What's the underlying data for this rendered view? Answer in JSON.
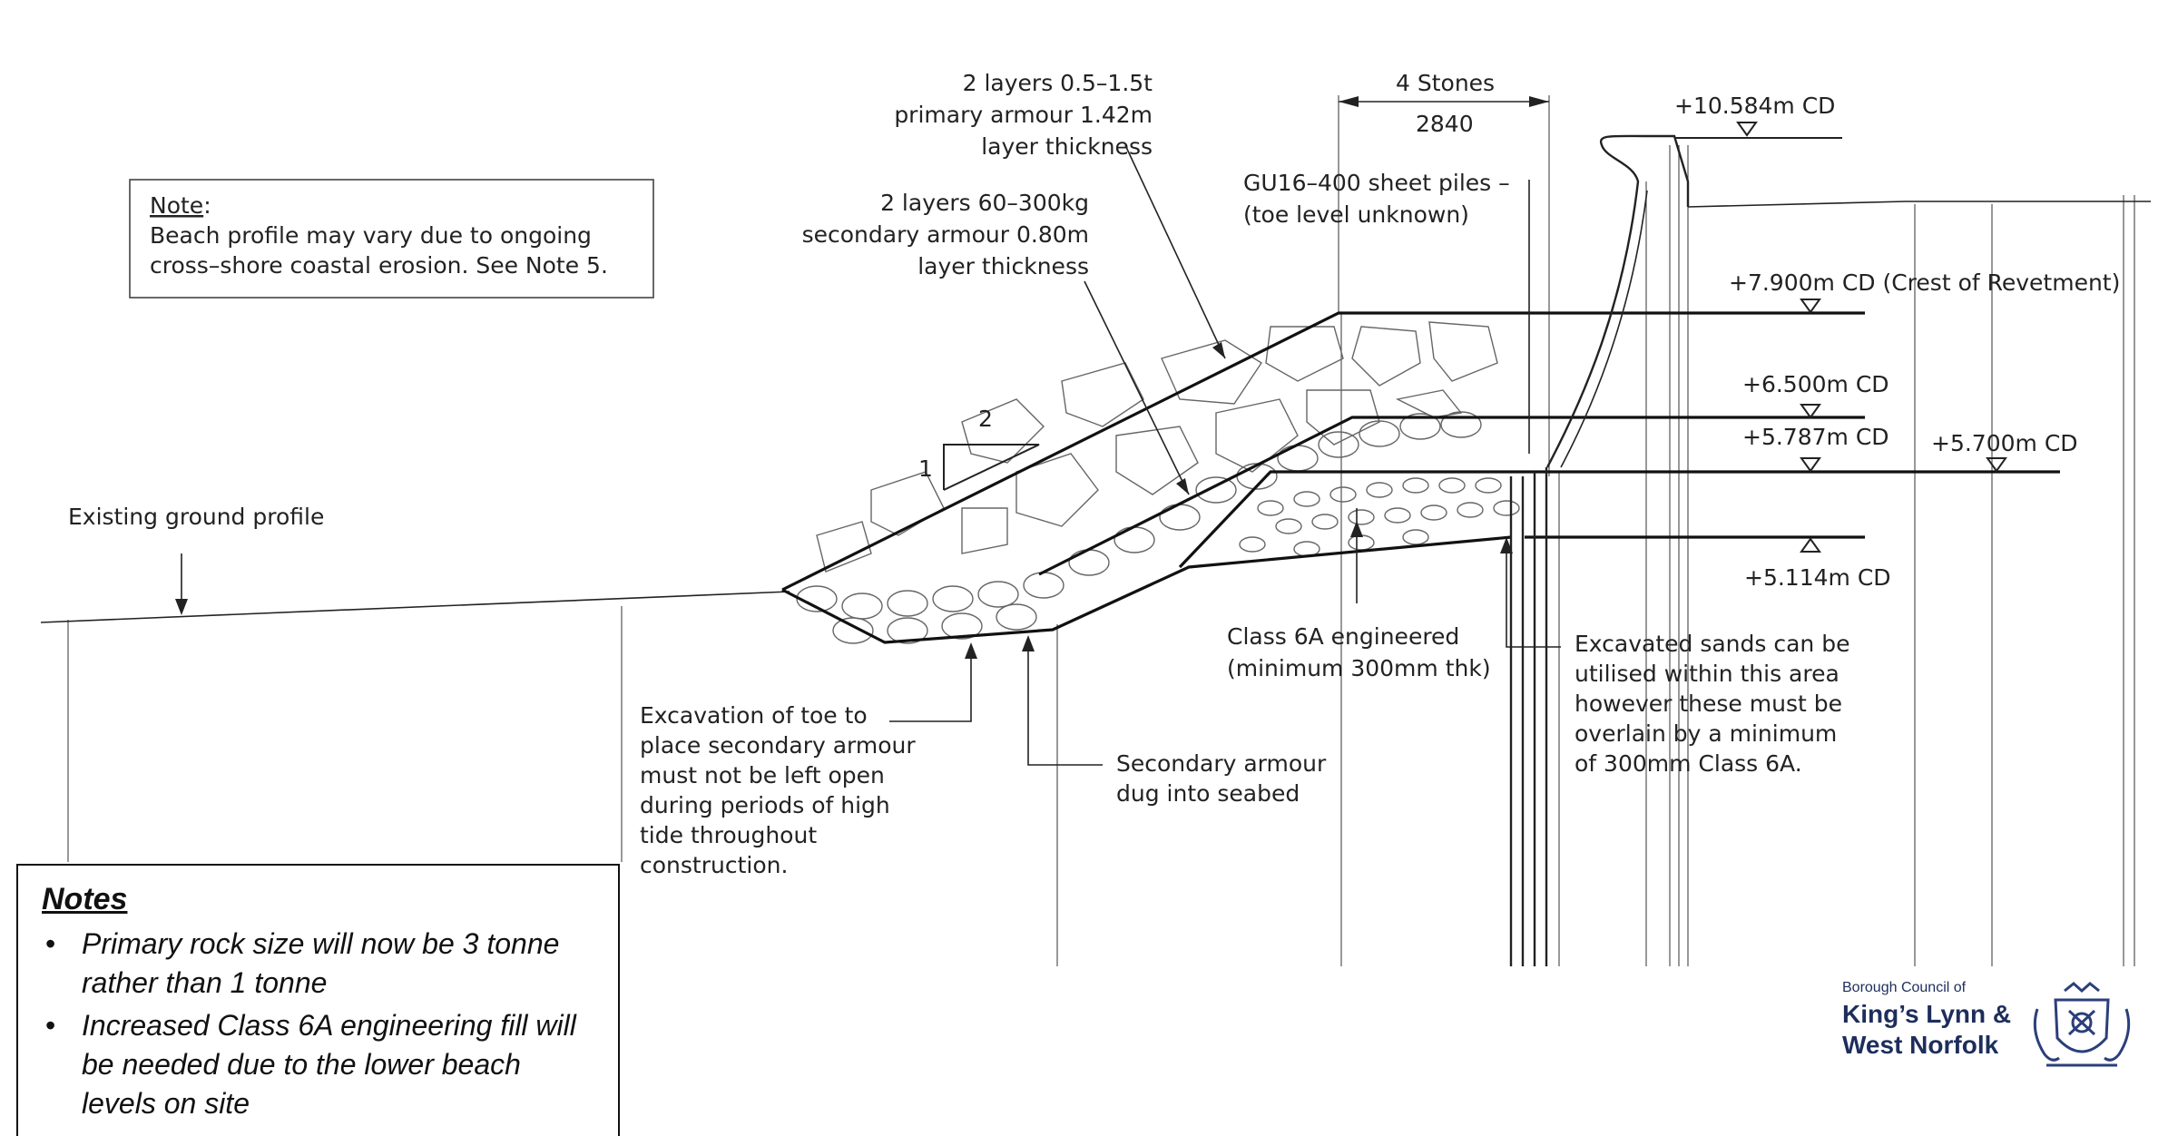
{
  "labels": {
    "primary_armour_1": "2 layers 0.5–1.5t",
    "primary_armour_2": "primary armour 1.42m",
    "primary_armour_3": "layer thickness",
    "secondary_armour_1": "2 layers 60–300kg",
    "secondary_armour_2": "secondary armour 0.80m",
    "secondary_armour_3": "layer thickness",
    "stones_count": "4 Stones",
    "stones_width": "2840",
    "sheet_piles_1": "GU16–400 sheet piles –",
    "sheet_piles_2": "(toe level unknown)",
    "existing_ground": "Existing ground profile",
    "slope_run": "2",
    "slope_rise": "1",
    "class6a_1": "Class 6A engineered",
    "class6a_2": "(minimum 300mm thk)",
    "toe_excavation": [
      "Excavation of toe to",
      "place secondary armour",
      "must not be left open",
      "during periods of high",
      "tide throughout",
      "construction."
    ],
    "secondary_dug": [
      "Secondary armour",
      "dug into seabed"
    ],
    "excavated_sands": [
      "Excavated sands can be",
      "utilised within this area",
      "however these must be",
      "overlain by a minimum",
      "of 300mm Class 6A."
    ]
  },
  "levels": [
    {
      "text": "+10.584m CD"
    },
    {
      "text": "+7.900m CD (Crest of Revetment)"
    },
    {
      "text": "+6.500m CD"
    },
    {
      "text": "+5.787m CD"
    },
    {
      "text": "+5.700m CD"
    },
    {
      "text": "+5.114m CD"
    }
  ],
  "beach_note": {
    "title": "Note",
    "title_suffix": ":",
    "line1": "Beach profile may vary due to ongoing",
    "line2": "cross–shore coastal erosion. See Note 5."
  },
  "notes": {
    "title": "Notes",
    "items": [
      "Primary rock size will now be 3 tonne rather than 1 tonne",
      "Increased Class 6A engineering fill will be needed due to the lower beach levels on site"
    ]
  },
  "logo": {
    "small": "Borough Council of",
    "line1": "King’s Lynn &",
    "line2": "West Norfolk",
    "colors": {
      "text": "#1d2e5c",
      "crest": "#2b3f7a"
    }
  }
}
